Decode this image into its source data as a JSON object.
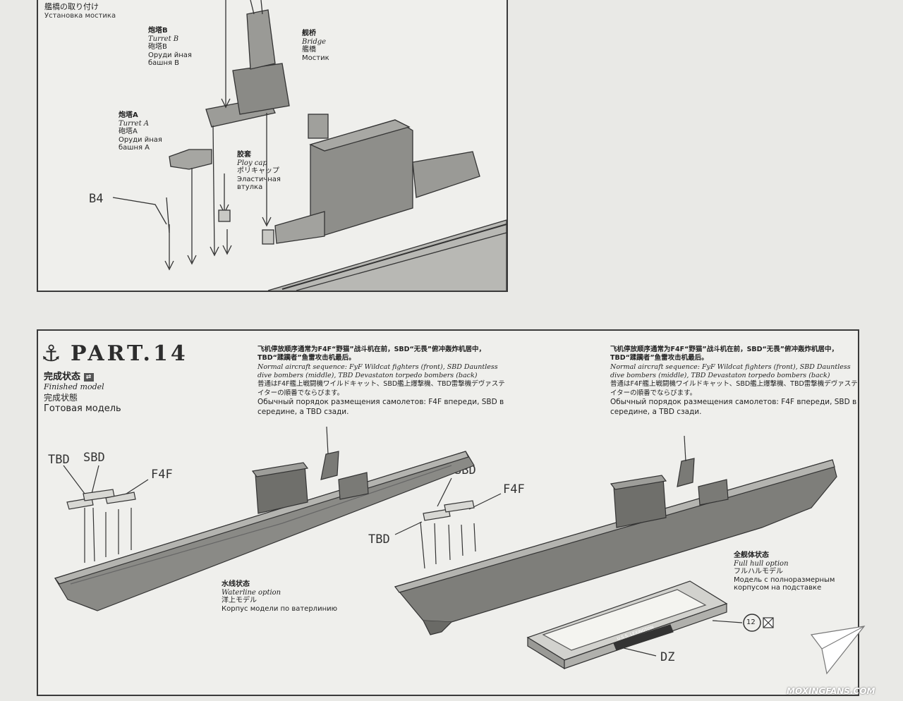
{
  "top": {
    "heading_jp": "艦橋の取り付け",
    "heading_ru": "Установка мостика",
    "turret_b": [
      "炮塔B",
      "Turret B",
      "砲塔B",
      "Оруди йная",
      "башня B"
    ],
    "turret_a": [
      "炮塔A",
      "Turret A",
      "砲塔A",
      "Оруди йная",
      "башня A"
    ],
    "bridge": [
      "舰桥",
      "Bridge",
      "艦橋",
      "Мостик"
    ],
    "polycap": [
      "胶套",
      "Ploy cap",
      "ポリキャップ",
      "Эластичная",
      "втулка"
    ],
    "b4": "B4"
  },
  "part": {
    "anchor": "⚓",
    "title": "PART.14",
    "finished_zh": "完成状态",
    "finished_en": "Finished model",
    "finished_jp": "完成状態",
    "finished_ru": "Готовая модель",
    "finished_icon": "⇄"
  },
  "sequence": {
    "zh": "飞机停放顺序通常为F4F“野猫”战斗机在前，SBD“无畏”俯冲轰炸机居中，TBD“蹂躏者”鱼雷攻击机最后。",
    "en": "Normal aircraft sequence: FyF Wildcat fighters (front), SBD Dauntless dive bombers (middle), TBD Devastaton torpedo bombers (back)",
    "jp": "普通はF4F艦上戦闘機ワイルドキャット、SBD艦上爆撃機、TBD雷撃機デヴァステイターの順番でならびます。",
    "ru": "Обычный порядок размещения самолетов: F4F впереди, SBD в середине, а TBD сзади."
  },
  "waterline": [
    "水线状态",
    "Waterline option",
    "洋上モデル",
    "Корпус модели по ватерлинию"
  ],
  "fullhull": [
    "全舰体状态",
    "Full hull option",
    "フルハルモデル",
    "Модель с полноразмерным",
    "корпусом на подставке"
  ],
  "callouts": {
    "tbd": "TBD",
    "sbd": "SBD",
    "f4f": "F4F",
    "dz": "DZ",
    "step": "12"
  },
  "stand_plate": "U.S.S. LEXINGTON",
  "watermark": "MOXINGFANS.COM"
}
